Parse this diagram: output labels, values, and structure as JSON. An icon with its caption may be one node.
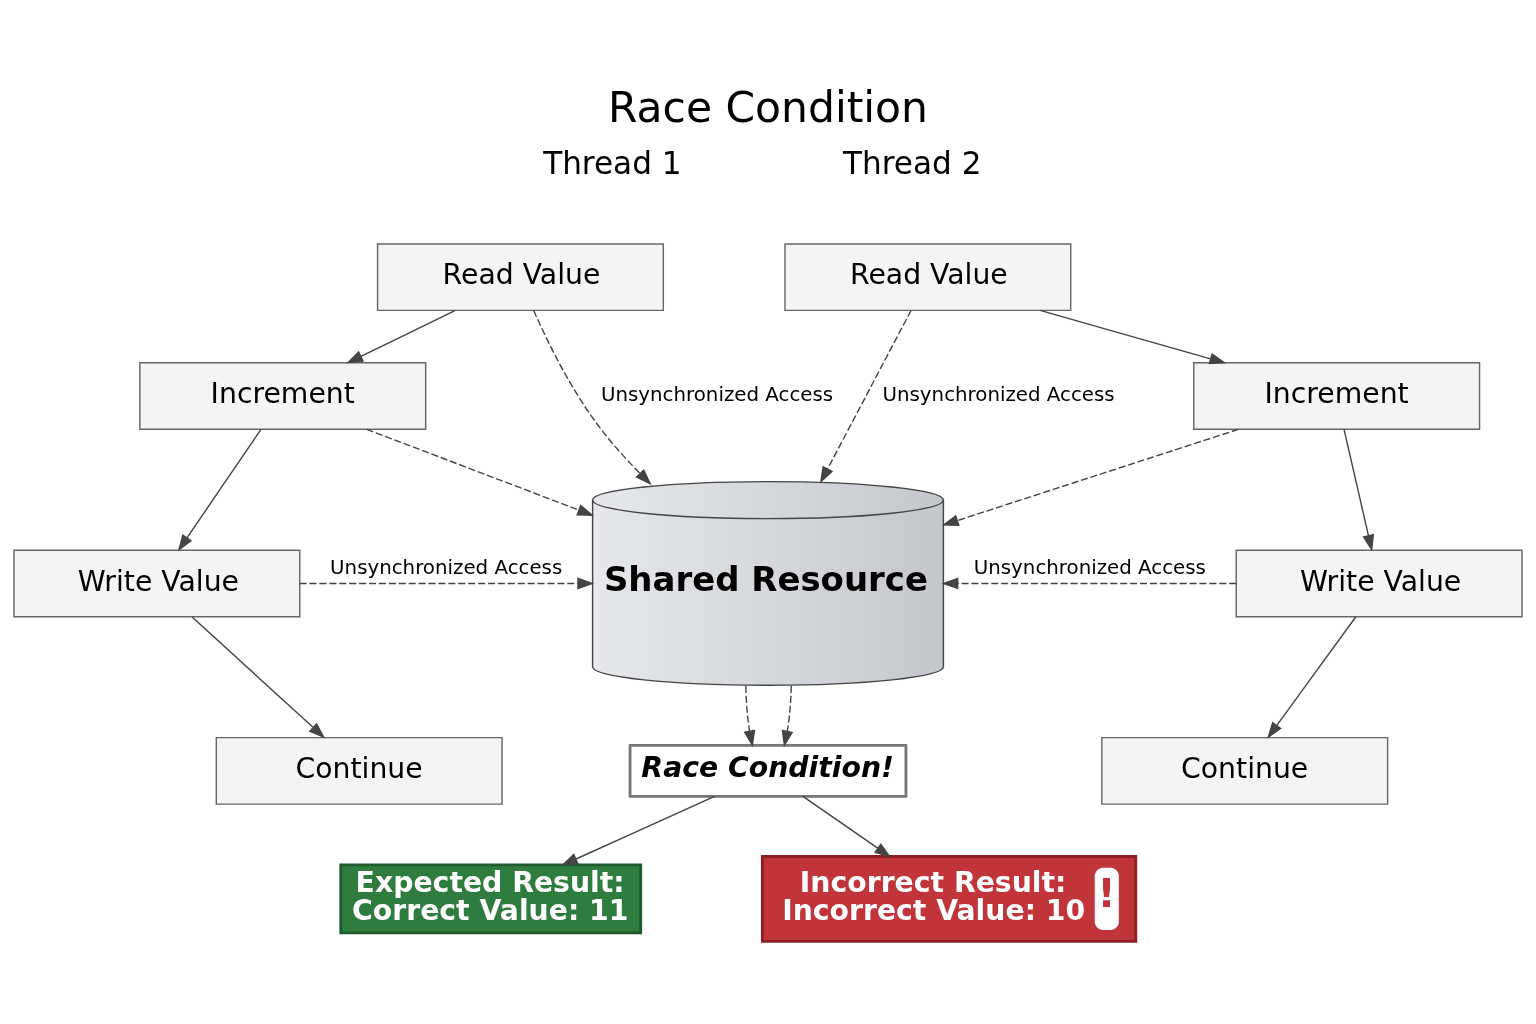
{
  "diagram": {
    "title": "Race Condition",
    "nodes": [
      {
        "text": [
          "Read Value"
        ]
      },
      {
        "text": [
          "Increment"
        ]
      },
      {
        "text": [
          "Write Value"
        ]
      },
      {
        "text": [
          "Continue"
        ]
      },
      {
        "text": [
          "Read Value"
        ]
      },
      {
        "text": [
          "Increment"
        ]
      },
      {
        "text": [
          "Write Value"
        ]
      },
      {
        "text": [
          "Continue"
        ]
      },
      {
        "text": [
          "Shared Resource"
        ]
      },
      {
        "text": [
          "Race Condition!"
        ]
      },
      {
        "text": [
          "Expected Result:",
          "Correct Value: 11"
        ]
      },
      {
        "text": [
          "Incorrect Result:",
          "Incorrect Value: 10",
          "!"
        ]
      }
    ],
    "edges": [
      {
        "from": 0,
        "to": 1,
        "arrow": "to"
      },
      {
        "from": 1,
        "to": 2,
        "arrow": "to"
      },
      {
        "from": 2,
        "to": 3,
        "arrow": "to"
      },
      {
        "from": 4,
        "to": 5,
        "arrow": "to"
      },
      {
        "from": 5,
        "to": 6,
        "arrow": "to"
      },
      {
        "from": 6,
        "to": 7,
        "arrow": "to"
      },
      {
        "from": 0,
        "to": 8,
        "arrow": "to",
        "style": "dashed",
        "label": "Unsynchronized Access"
      },
      {
        "from": 1,
        "to": 8,
        "arrow": "to",
        "style": "dashed"
      },
      {
        "from": 2,
        "to": 8,
        "arrow": "to",
        "style": "dashed",
        "label": "Unsynchronized Access"
      },
      {
        "from": 4,
        "to": 8,
        "arrow": "to",
        "style": "dashed",
        "label": "Unsynchronized Access"
      },
      {
        "from": 5,
        "to": 8,
        "arrow": "to",
        "style": "dashed"
      },
      {
        "from": 6,
        "to": 8,
        "arrow": "to",
        "style": "dashed",
        "label": "Unsynchronized Access"
      },
      {
        "from": 8,
        "to": 9,
        "arrow": "to",
        "style": "dashed"
      },
      {
        "from": 8,
        "to": 9,
        "arrow": "to",
        "style": "dashed"
      },
      {
        "from": 9,
        "to": 10,
        "arrow": "to"
      },
      {
        "from": 9,
        "to": 11,
        "arrow": "to"
      }
    ],
    "labels": [
      "Thread 1",
      "Thread 2"
    ]
  }
}
